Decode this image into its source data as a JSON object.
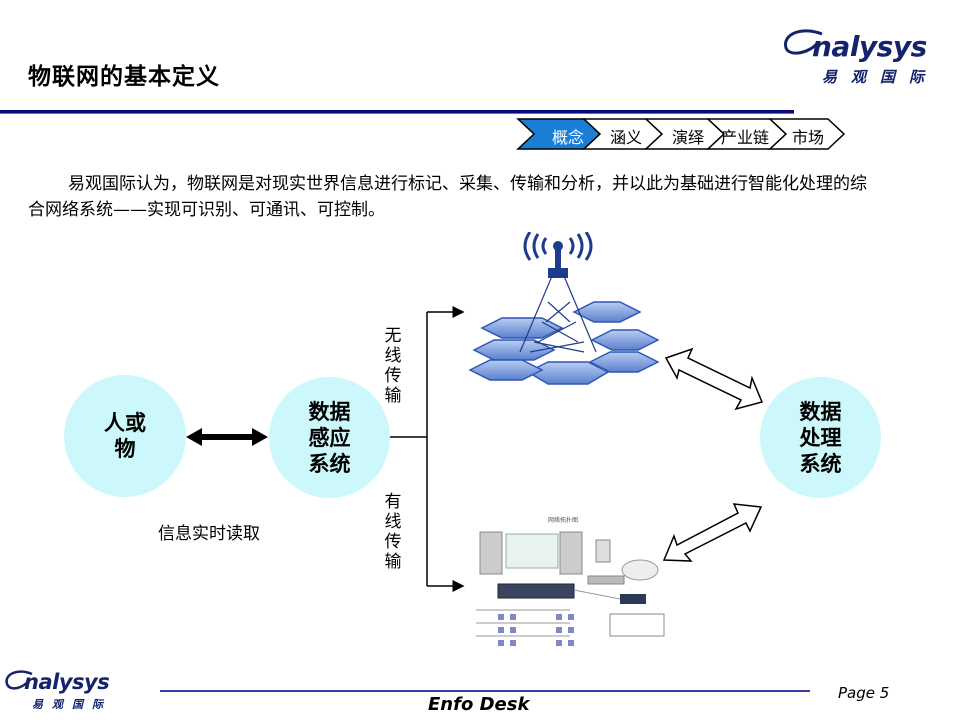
{
  "header": {
    "title": "物联网的基本定义",
    "logo": {
      "brand": "nalysys",
      "brand_initial": "a",
      "cn": "易观国际"
    }
  },
  "nav": {
    "steps": [
      {
        "label": "概念",
        "active": true
      },
      {
        "label": "涵义",
        "active": false
      },
      {
        "label": "演绎",
        "active": false
      },
      {
        "label": "产业链",
        "active": false
      },
      {
        "label": "市场",
        "active": false
      }
    ],
    "active_color": "#1a7fd4"
  },
  "body": {
    "paragraph": "易观国际认为，物联网是对现实世界信息进行标记、采集、传输和分析，并以此为基础进行智能化处理的综合网络系统——实现可识别、可通讯、可控制。"
  },
  "diagram": {
    "node_person": "人或物",
    "node_person_lines": [
      "人或",
      "物"
    ],
    "node_sensing_lines": [
      "数据",
      "感应",
      "系统"
    ],
    "node_processing_lines": [
      "数据",
      "处理",
      "系统"
    ],
    "wireless_label": [
      "无",
      "线",
      "传",
      "输"
    ],
    "wired_label": [
      "有",
      "线",
      "传",
      "输"
    ],
    "caption": "信息实时读取",
    "network_diagram_title": "网络拓扑图",
    "circle_color": "#ccf8fb"
  },
  "footer": {
    "center": "Enfo Desk",
    "page": "Page 5",
    "logo": {
      "brand": "nalysys",
      "brand_initial": "a",
      "cn": "易观国际"
    }
  }
}
